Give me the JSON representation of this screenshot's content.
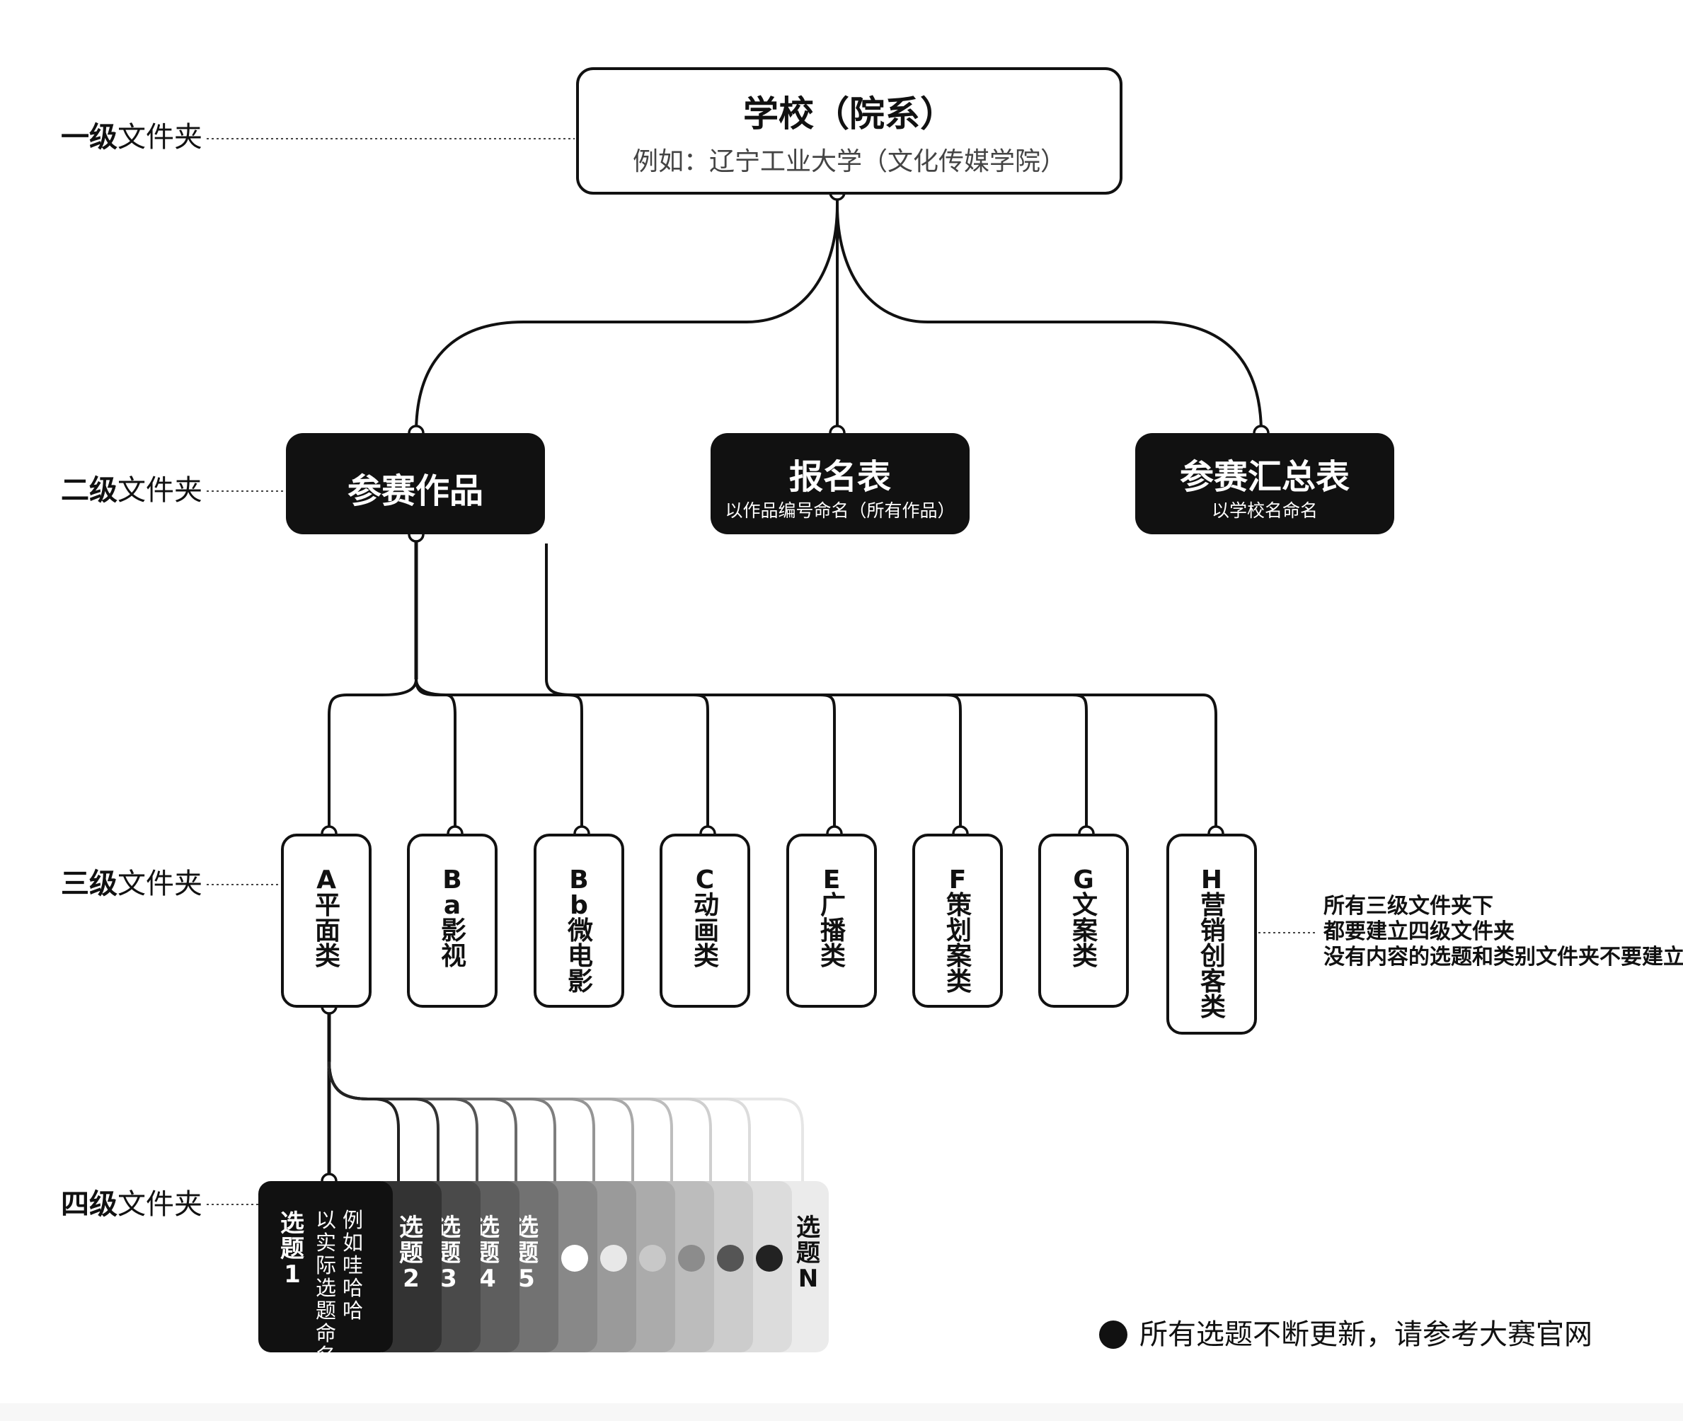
{
  "levels": [
    {
      "bold": "一级",
      "rest": "文件夹"
    },
    {
      "bold": "二级",
      "rest": "文件夹"
    },
    {
      "bold": "三级",
      "rest": "文件夹"
    },
    {
      "bold": "四级",
      "rest": "文件夹"
    }
  ],
  "root": {
    "title": "学校（院系）",
    "example": "例如：辽宁工业大学（文化传媒学院）"
  },
  "level2": [
    {
      "title": "参赛作品",
      "sub": ""
    },
    {
      "title": "报名表",
      "sub": "以作品编号命名（所有作品）"
    },
    {
      "title": "参赛汇总表",
      "sub": "以学校名命名"
    }
  ],
  "categories": [
    "A平面类",
    "Ba影视",
    "Bb微电影",
    "C动画类",
    "E广播类",
    "F策划案类",
    "G文案类",
    "H营销创客类"
  ],
  "level4": {
    "first_title": "选题1",
    "first_example": "例如 哇哈哈",
    "first_naming": "以实际选题命名",
    "numbered": [
      "选题2",
      "选题3",
      "选题4",
      "选题5"
    ],
    "last": "选题N"
  },
  "note": [
    "所有三级文件夹下",
    "都要建立四级文件夹",
    "没有内容的选题和类别文件夹不要建立"
  ],
  "footer": "所有选题不断更新，请参考大赛官网",
  "colors": {
    "ink": "#111111",
    "tile_fills": [
      "#111111",
      "#333333",
      "#4a4a4a",
      "#5e5e5e",
      "#727272",
      "#888888",
      "#9a9a9a",
      "#ababab",
      "#bcbcbc",
      "#cccccc",
      "#dcdcdc",
      "#ebebeb"
    ],
    "dot_fills": [
      "#ffffff",
      "#e8e8e8",
      "#c8c8c8",
      "#8c8c8c",
      "#555555",
      "#222222"
    ]
  }
}
